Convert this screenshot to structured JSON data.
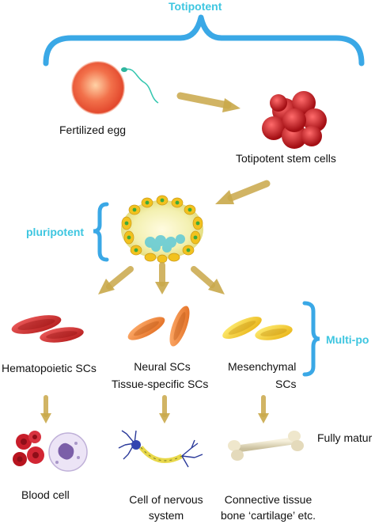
{
  "levels": {
    "totipotent": "Totipotent",
    "pluripotent": "pluripotent",
    "multipotent": "Multi-po",
    "fully_mature": "Fully matur"
  },
  "nodes": {
    "fertilized_egg": "Fertilized egg",
    "totipotent_stem_cells": "Totipotent stem cells",
    "hematopoietic": "Hematopoietic SCs",
    "neural": "Neural SCs",
    "tissue_specific": "Tissue-specific SCs",
    "mesenchymal_1": "Mesenchymal",
    "mesenchymal_2": "SCs",
    "blood_cell": "Blood cell",
    "nervous_1": "Cell of nervous",
    "nervous_2": "system",
    "connective_1": "Connective tissue",
    "connective_2": "bone ‘cartilage’ etc."
  },
  "colors": {
    "bracket": "#3aa8e6",
    "label_blue": "#3ec6e0",
    "arrow": "#c9a84a",
    "red_cell": "#d42a2a",
    "orange_cell": "#f08a3a",
    "yellow_cell": "#f2c31a"
  },
  "icons": [
    "egg-sperm-icon",
    "morula-icon",
    "blastocyst-icon",
    "red-blood-cell-icon",
    "neural-cell-icon",
    "mesenchymal-cell-icon",
    "blood-cells-icon",
    "neuron-icon",
    "bone-icon"
  ]
}
